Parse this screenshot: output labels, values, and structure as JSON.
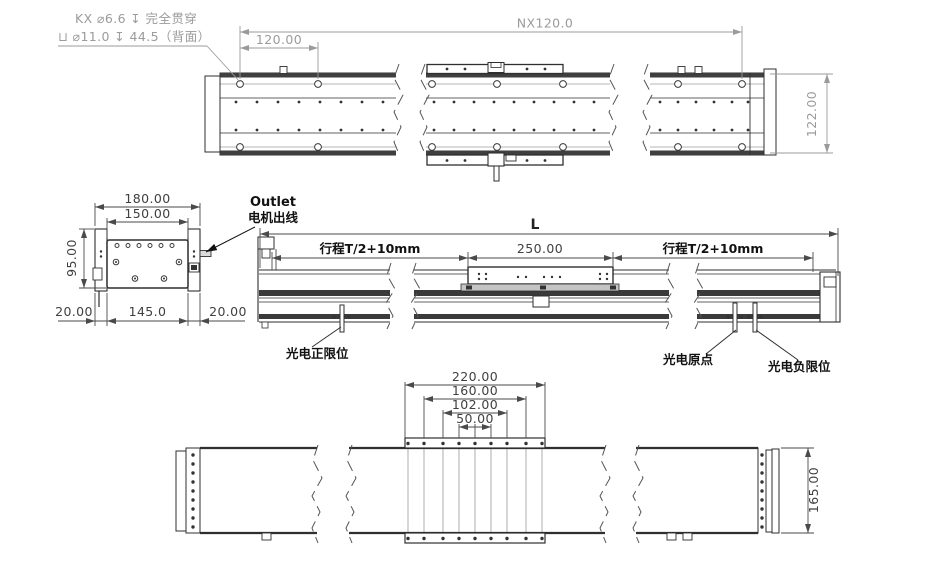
{
  "callout": {
    "line1": "KX ⌀6.6 ↧ 完全贯穿",
    "line2": "⊔ ⌀11.0 ↧ 44.5（背面）"
  },
  "top_view": {
    "dim_first_pitch": "120.00",
    "dim_hole_pattern": "NX120.0",
    "dim_width": "122.00"
  },
  "end_view": {
    "dim_outer_width": "180.00",
    "dim_inner_width": "150.00",
    "dim_height": "95.00",
    "dim_left_margin": "20.00",
    "dim_base_width": "145.0",
    "dim_right_margin": "20.00",
    "outlet_label": "Outlet",
    "outlet_label_cn": "电机出线"
  },
  "side_view": {
    "dim_overall": "L",
    "dim_stroke_left": "行程T/2+10mm",
    "dim_carriage": "250.00",
    "dim_stroke_right": "行程T/2+10mm",
    "label_limit_positive": "光电正限位",
    "label_origin": "光电原点",
    "label_limit_negative": "光电负限位"
  },
  "bottom_view": {
    "dim_carriage_width": "220.00",
    "dim_bolt_span_outer": "160.00",
    "dim_bolt_span_mid": "102.00",
    "dim_bolt_span_inner": "50.00",
    "dim_height": "165.00"
  },
  "colors": {
    "background": "#ffffff",
    "line_dark": "#2f2f2f",
    "line_gray": "#9b9b9b",
    "dim_text_gray": "#9b9b9b",
    "dim_text_dark": "#404040",
    "label_text": "#111111"
  }
}
